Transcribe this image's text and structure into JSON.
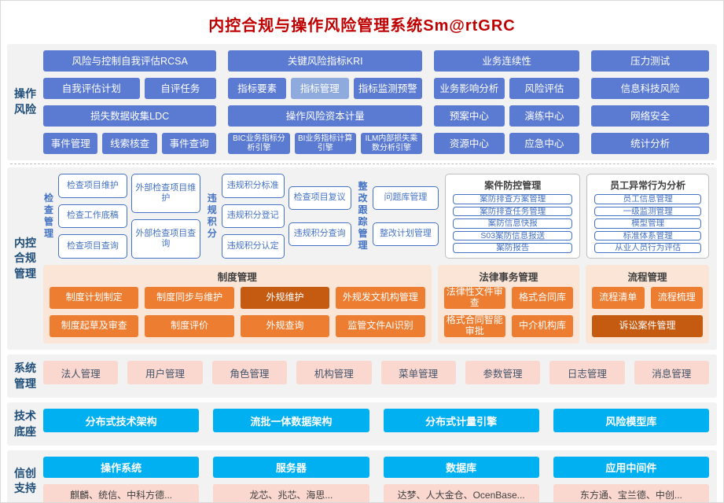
{
  "title": "内控合规与操作风险管理系统Sm@rtGRC",
  "bands": {
    "op_risk": {
      "label": "操作风险"
    },
    "compliance": {
      "label": "内控合规管理"
    },
    "system": {
      "label": "系统管理"
    },
    "tech": {
      "label": "技术底座"
    },
    "xinchuang": {
      "label": "信创支持"
    }
  },
  "colors": {
    "title_red": "#c00000",
    "module_blue": "#5b7ad1",
    "module_blue_light": "#8faadc",
    "outline_blue": "#4472c4",
    "orange": "#ed7d31",
    "orange_dark": "#c55a11",
    "peach_bg": "#fbe5d6",
    "pink": "#fad8d0",
    "cyan": "#00b0f0",
    "band_label_blue": "#1f4e79"
  },
  "op_risk": {
    "colA": {
      "row1": [
        "风险与控制自我评估RCSA"
      ],
      "row2": [
        {
          "label": "自我评估计划",
          "grow": 1.35
        },
        "自评任务"
      ],
      "row3": [
        "损失数据收集LDC"
      ],
      "row4": [
        "事件管理",
        "线索核查",
        "事件查询"
      ]
    },
    "colB": {
      "row1": [
        "关键风险指标KRI"
      ],
      "row2": [
        "指标要素",
        {
          "label": "指标管理",
          "variant": "light"
        },
        {
          "label": "指标监测预警",
          "grow": 1.2
        }
      ],
      "row3": [
        "操作风险资本计量"
      ],
      "row4": [
        {
          "label": "BIC业务指标分析引擎",
          "variant": "small"
        },
        {
          "label": "BI业务指标计算引擎",
          "variant": "small"
        },
        {
          "label": "ILM内部损失乘数分析引擎",
          "variant": "small"
        }
      ]
    },
    "colC": {
      "row1": [
        "业务连续性"
      ],
      "row2": [
        "业务影响分析",
        "风险评估"
      ],
      "row3": [
        "预案中心",
        "演练中心"
      ],
      "row4": [
        "资源中心",
        "应急中心"
      ]
    },
    "colD": {
      "row1": [
        "压力测试"
      ],
      "row2": [
        "信息科技风险"
      ],
      "row3": [
        "网络安全"
      ],
      "row4": [
        "统计分析"
      ]
    }
  },
  "compliance": {
    "inspection": {
      "label": "检查管理",
      "col1": [
        "检查项目维护",
        "检查工作底稿",
        "检查项目查询"
      ],
      "col2": [
        "外部检查项目维护",
        "外部检查项目查询"
      ]
    },
    "violation": {
      "label": "违规积分",
      "col1": [
        "违规积分标准",
        "违规积分登记",
        "违规积分认定"
      ],
      "col2": [
        "检查项目复议",
        "违规积分查询"
      ]
    },
    "rectify": {
      "label": "整改跟踪管理",
      "col1": [
        "问题库管理",
        "整改计划管理"
      ]
    },
    "case_control": {
      "title": "案件防控管理",
      "items": [
        "案防排查方案管理",
        "案防排查任务管理",
        "案防信息快报",
        "S03案防信息报送",
        "案防报告"
      ]
    },
    "behavior": {
      "title": "员工异常行为分析",
      "items": [
        "员工信息管理",
        "一级监测管理",
        "模型管理",
        "标准体系管理",
        "从业人员行为评估"
      ]
    },
    "policy": {
      "title": "制度管理",
      "rows": [
        [
          "制度计划制定",
          "制度同步与维护",
          {
            "label": "外规维护",
            "variant": "dark"
          },
          "外规发文机构管理"
        ],
        [
          "制度起草及审查",
          "制度评价",
          "外规查询",
          "监管文件AI识别"
        ]
      ]
    },
    "legal": {
      "title": "法律事务管理",
      "rows": [
        [
          "法律性文件审查",
          "格式合同库"
        ],
        [
          "格式合同智能审批",
          "中介机构库"
        ]
      ]
    },
    "process": {
      "title": "流程管理",
      "rows": [
        [
          "流程清单",
          "流程梳理"
        ],
        [
          {
            "label": "诉讼案件管理",
            "variant": "dark"
          }
        ]
      ]
    }
  },
  "system": {
    "items": [
      "法人管理",
      "用户管理",
      "角色管理",
      "机构管理",
      "菜单管理",
      "参数管理",
      "日志管理",
      "消息管理"
    ]
  },
  "tech": {
    "items": [
      "分布式技术架构",
      "流批一体数据架构",
      "分布式计量引擎",
      "风险模型库"
    ]
  },
  "xinchuang": {
    "cols": [
      {
        "header": "操作系统",
        "vendors": "麒麟、统信、中科方德..."
      },
      {
        "header": "服务器",
        "vendors": "龙芯、兆芯、海思..."
      },
      {
        "header": "数据库",
        "vendors": "达梦、人大金仓、OcenBase..."
      },
      {
        "header": "应用中间件",
        "vendors": "东方通、宝兰德、中创..."
      }
    ]
  }
}
